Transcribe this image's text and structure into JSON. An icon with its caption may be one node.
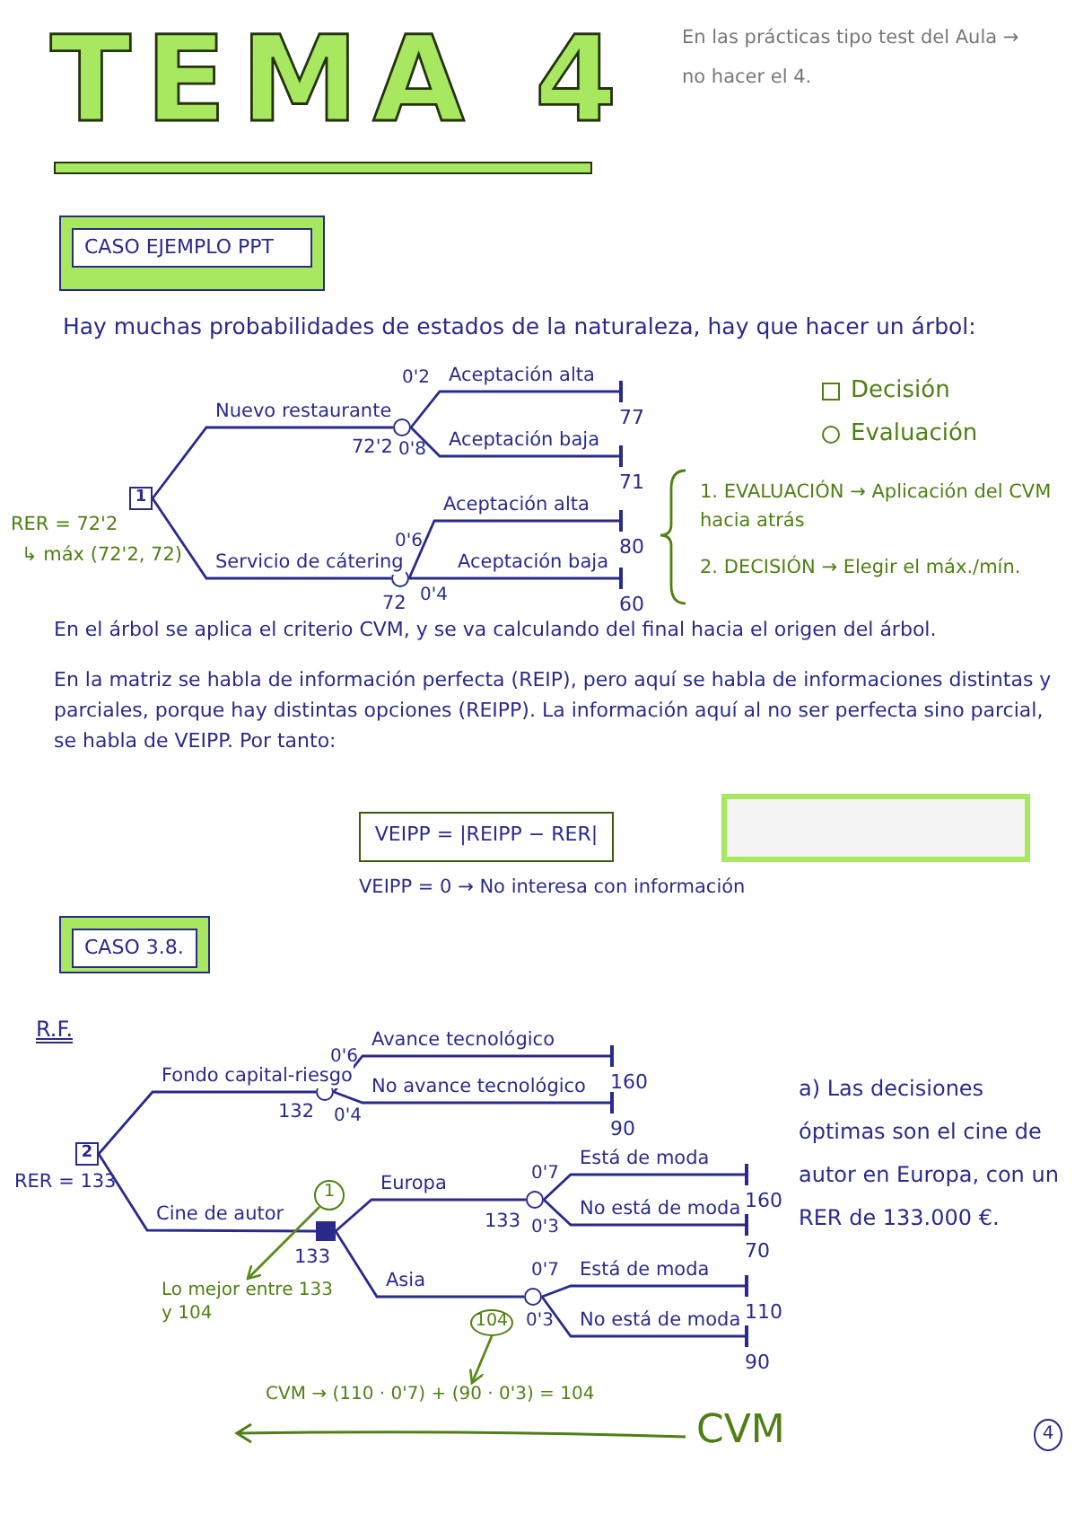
{
  "diagram": {
    "title": "TEMA 4",
    "nodes": [
      {
        "text": [
          "CASO EJEMPLO PPT"
        ]
      },
      {
        "text": [
          "1"
        ],
        "beside": [
          "RER = 72'2",
          "↳ máx (72'2, 72)"
        ]
      },
      {
        "text": [],
        "shape": "circle",
        "beside": [
          "72'2"
        ]
      },
      {
        "text": [],
        "shape": "circle",
        "beside": [
          "72"
        ]
      },
      {
        "text": [
          "77"
        ]
      },
      {
        "text": [
          "71"
        ]
      },
      {
        "text": [
          "80"
        ]
      },
      {
        "text": [
          "60"
        ]
      },
      {
        "text": [],
        "shape": "box"
      },
      {
        "text": [
          "VEIPP = |REIPP − RER|"
        ]
      },
      {
        "text": [
          "CASO 3.8."
        ]
      },
      {
        "text": [
          "2"
        ],
        "beside": [
          "RER = 133"
        ]
      },
      {
        "text": [],
        "shape": "circle",
        "beside": [
          "132"
        ]
      },
      {
        "text": [
          "160"
        ]
      },
      {
        "text": [
          "90"
        ]
      },
      {
        "text": [
          "1"
        ]
      },
      {
        "text": [],
        "shape": "box",
        "beside": [
          "133"
        ]
      },
      {
        "text": [
          "Lo mejor entre 133 y 104"
        ]
      },
      {
        "text": [],
        "shape": "circle",
        "beside": [
          "133"
        ]
      },
      {
        "text": [
          "160"
        ]
      },
      {
        "text": [
          "70"
        ]
      },
      {
        "text": [
          "104"
        ]
      },
      {
        "text": [],
        "shape": "circle"
      },
      {
        "text": [
          "110"
        ]
      },
      {
        "text": [
          "90"
        ]
      },
      {
        "text": [
          "CVM → (110 · 0'7) + (90 · 0'3) = 104"
        ]
      }
    ],
    "edges": [
      {
        "from": 1,
        "to": 2,
        "arrow": "none",
        "label": "Nuevo restaurante"
      },
      {
        "from": 1,
        "to": 3,
        "arrow": "none",
        "label": "Servicio de cátering"
      },
      {
        "from": 2,
        "to": 4,
        "arrow": "none",
        "label": "Aceptación alta"
      },
      {
        "from": 2,
        "to": 5,
        "arrow": "none",
        "label": "Aceptación baja"
      },
      {
        "from": 3,
        "to": 6,
        "arrow": "none",
        "label": "Aceptación alta"
      },
      {
        "from": 3,
        "to": 7,
        "arrow": "none",
        "label": "Aceptación baja"
      },
      {
        "from": 11,
        "to": 12,
        "arrow": "none",
        "label": "Fondo capital-riesgo"
      },
      {
        "from": 11,
        "to": 16,
        "arrow": "none",
        "label": "Cine de autor"
      },
      {
        "from": 12,
        "to": 13,
        "arrow": "none",
        "label": "Avance tecnológico"
      },
      {
        "from": 12,
        "to": 14,
        "arrow": "none",
        "label": "No avance tecnológico"
      },
      {
        "from": 15,
        "to": 17,
        "arrow": "to",
        "color": "#5a8a1a"
      },
      {
        "from": 16,
        "to": 18,
        "arrow": "none",
        "label": "Europa"
      },
      {
        "from": 16,
        "to": 22,
        "arrow": "none",
        "label": "Asia"
      },
      {
        "from": 18,
        "to": 19,
        "arrow": "none",
        "label": "Está de moda"
      },
      {
        "from": 18,
        "to": 20,
        "arrow": "none",
        "label": "No está de moda"
      },
      {
        "from": 22,
        "to": 23,
        "arrow": "none",
        "label": "Está de moda"
      },
      {
        "from": 22,
        "to": 24,
        "arrow": "none",
        "label": "No está de moda"
      },
      {
        "from": 21,
        "to": 25,
        "arrow": "to",
        "color": "#5a8a1a"
      }
    ],
    "labels": [
      "En las prácticas tipo test del Aula → no hacer el 4.",
      "Hay muchas probabilidades de estados de la naturaleza, hay que hacer un árbol:",
      "0'2",
      "0'8",
      "0'6",
      "0'4",
      "1. EVALUACIÓN → Aplicación del CVM hacia atrás",
      "2. DECISIÓN → Elegir el máx./mín.",
      "En el árbol se aplica el criterio CVM, y se va calculando del final hacia el origen del árbol.",
      "En la matriz se habla de información perfecta (REIP), pero aquí se habla de informaciones distintas y parciales, porque hay distintas opciones (REIPP). La información aquí al no ser perfecta sino parcial, se habla de VEIPP. Por tanto:",
      "VEIPP = 0 → No interesa con información",
      "R.F.",
      "0'6",
      "0'4",
      "0'7",
      "0'3",
      "0'7",
      "0'3",
      "a) Las decisiones óptimas son el cine de autor en Europa, con un RER de 133.000 €.",
      "CVM",
      "4"
    ],
    "legend": [
      {
        "text": "Decisión"
      },
      {
        "text": "Evaluación"
      }
    ]
  }
}
